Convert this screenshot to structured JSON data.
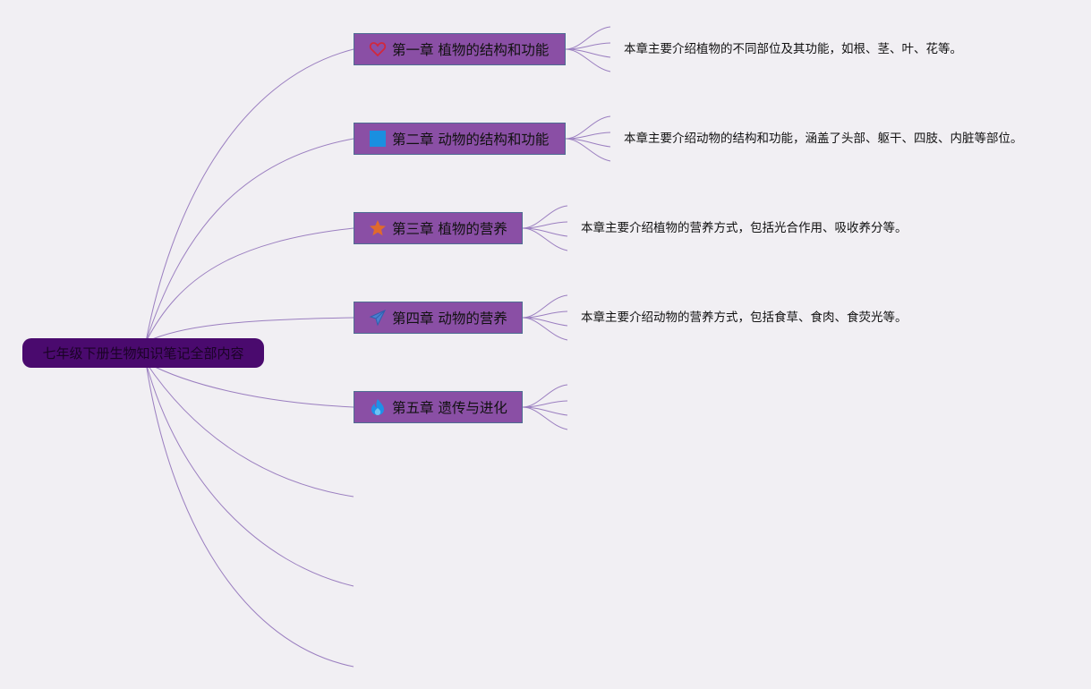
{
  "root": {
    "label": "七年级下册生物知识笔记全部内容"
  },
  "chapters": [
    {
      "label": "第一章 植物的结构和功能",
      "icon": "heart-outline-icon",
      "desc": "本章主要介绍植物的不同部位及其功能，如根、茎、叶、花等。"
    },
    {
      "label": "第二章 动物的结构和功能",
      "icon": "blue-square-icon",
      "desc": "本章主要介绍动物的结构和功能，涵盖了头部、躯干、四肢、内脏等部位。"
    },
    {
      "label": "第三章 植物的营养",
      "icon": "orange-star-icon",
      "desc": "本章主要介绍植物的营养方式，包括光合作用、吸收养分等。"
    },
    {
      "label": "第四章 动物的营养",
      "icon": "paper-plane-icon",
      "desc": "本章主要介绍动物的营养方式，包括食草、食肉、食荧光等。"
    },
    {
      "label": "第五章 遗传与进化",
      "icon": "blue-flame-icon",
      "desc": ""
    }
  ],
  "colors": {
    "background": "#f1eff3",
    "root": "#4a0a6e",
    "chapter": "#8a4fa5",
    "link": "#9b7fc0"
  }
}
